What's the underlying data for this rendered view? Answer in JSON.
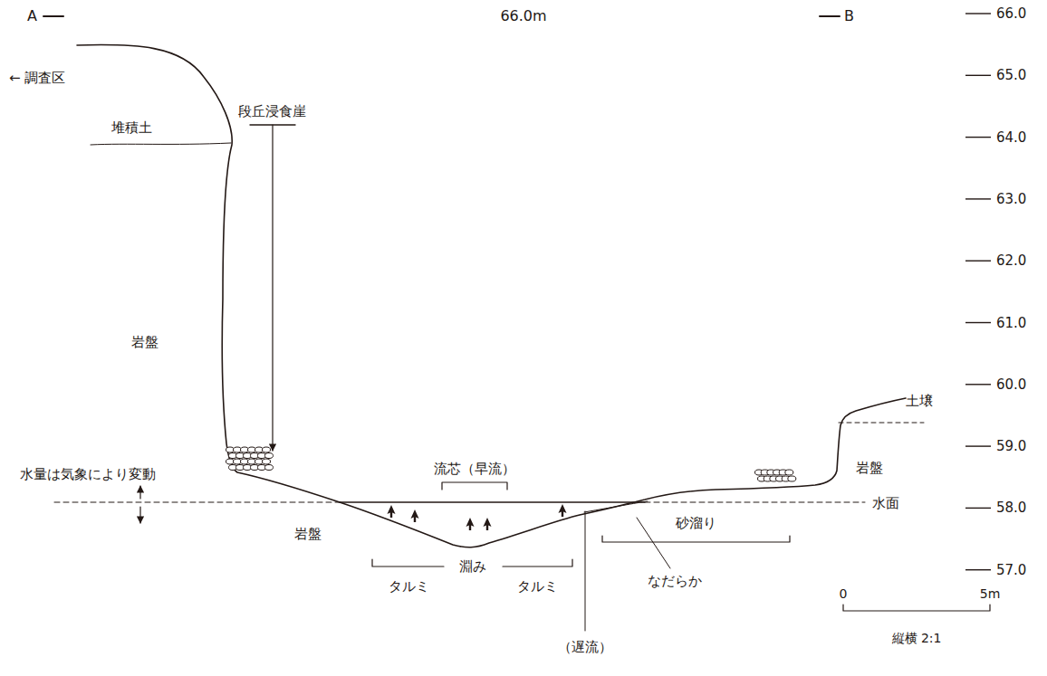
{
  "diagram": {
    "labels": [
      "A",
      "66.0m",
      "B",
      "66.0",
      "65.0",
      "64.0",
      "63.0",
      "62.0",
      "61.0",
      "60.0",
      "59.0",
      "58.0",
      "57.0",
      "← 調査区",
      "堆積土",
      "段丘浸食崖",
      "岩盤",
      "水量は気象により変動",
      "流芯（早流）",
      "土壌",
      "岩盤",
      "水面",
      "岩盤",
      "砂溜り",
      "タルミ",
      "淵み",
      "タルミ",
      "なだらか",
      "（遅流）",
      "0",
      "5m",
      "縦横 2:1"
    ]
  }
}
